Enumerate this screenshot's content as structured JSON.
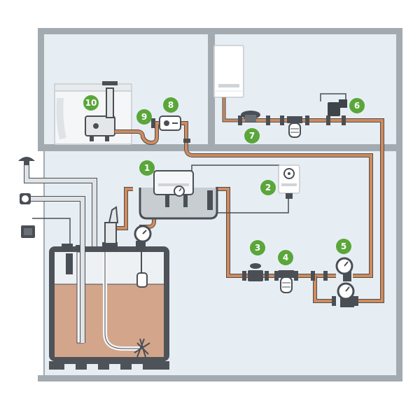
{
  "colors": {
    "wall": "#a3aab0",
    "room": "#e7eef3",
    "pipe_copper": "#d18a5a",
    "pipe_outline": "#4a4f55",
    "grey_pipe": "#dfe3e6",
    "tank_body": "#4d5358",
    "oil": "#d3a58a",
    "badge": "#5aa63a",
    "badge_text": "#ffffff"
  },
  "badges": [
    {
      "label": "1",
      "name": "fuel-deaerator"
    },
    {
      "label": "2",
      "name": "leak-detector-alarm"
    },
    {
      "label": "3",
      "name": "shutoff-valve"
    },
    {
      "label": "4",
      "name": "oil-filter"
    },
    {
      "label": "5",
      "name": "vacuum-gauge"
    },
    {
      "label": "6",
      "name": "solenoid-valve"
    },
    {
      "label": "7",
      "name": "pressure-regulator"
    },
    {
      "label": "8",
      "name": "remote-control-unit"
    },
    {
      "label": "9",
      "name": "vent-hose"
    },
    {
      "label": "10",
      "name": "oil-pump-unit"
    }
  ]
}
